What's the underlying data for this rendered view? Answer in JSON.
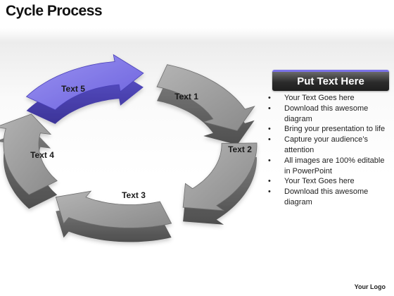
{
  "title": "Cycle Process",
  "colors": {
    "accent": "#7b72e8",
    "segment": "#8c8c8c",
    "header_bar": "#2b2b2b"
  },
  "cycle": {
    "segments": [
      {
        "label": "Text 1",
        "highlight": false
      },
      {
        "label": "Text 2",
        "highlight": false
      },
      {
        "label": "Text 3",
        "highlight": false
      },
      {
        "label": "Text 4",
        "highlight": false
      },
      {
        "label": "Text 5",
        "highlight": true
      }
    ]
  },
  "panel": {
    "header": "Put Text Here",
    "bullet_glyph": "•",
    "items": [
      "Your Text Goes here",
      "Download this awesome diagram",
      "Bring your presentation to life",
      "Capture your audience’s attention",
      "All images are 100% editable in PowerPoint",
      "Your Text Goes here",
      "Download this awesome diagram"
    ]
  },
  "footer": {
    "logo": "Your Logo"
  }
}
